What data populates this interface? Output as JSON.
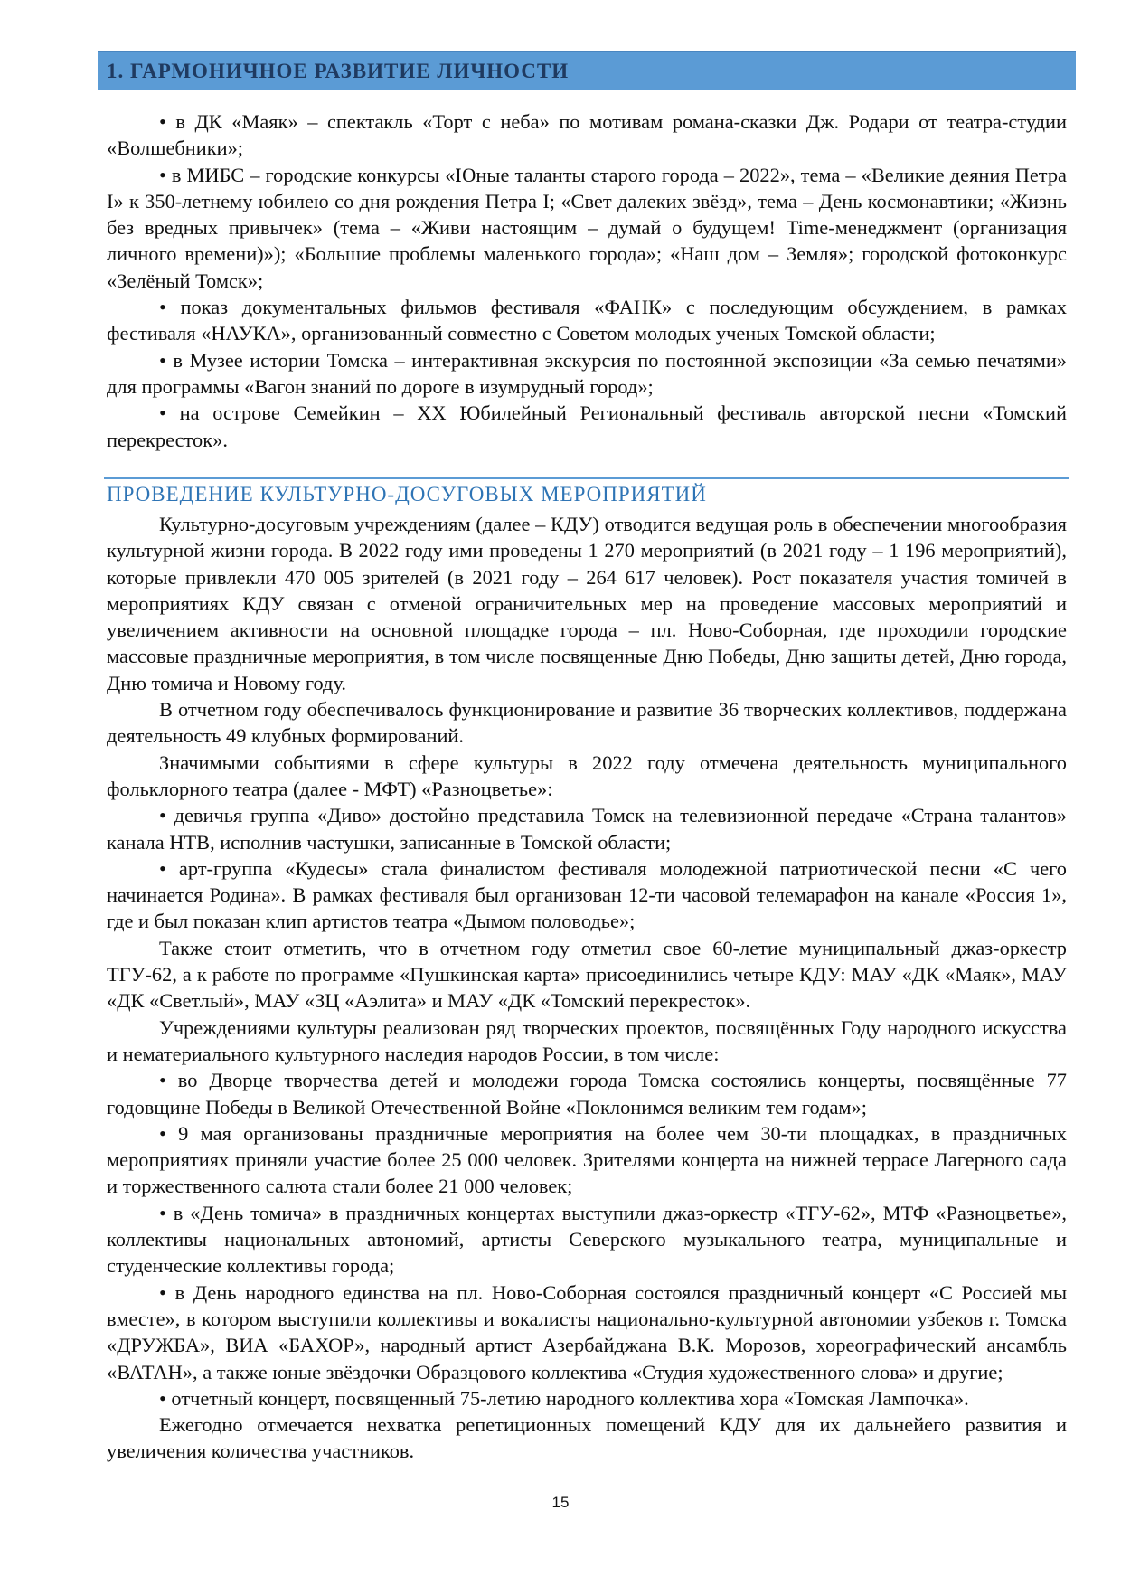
{
  "banner": {
    "title": "1. ГАРМОНИЧНОЕ РАЗВИТИЕ ЛИЧНОСТИ"
  },
  "list1": [
    "• в ДК «Маяк» – спектакль «Торт с неба» по мотивам романа-сказки Дж. Родари от театра-студии «Волшебники»;",
    "• в МИБС – городские конкурсы «Юные таланты старого города – 2022», тема – «Великие деяния Петра I» к 350-летнему юбилею со дня рождения Петра I; «Свет далеких звёзд», тема – День космонавтики; «Жизнь без вредных привычек» (тема – «Живи настоящим – думай о будущем! Time-менеджмент (организация личного времени)»); «Большие проблемы маленького города»; «Наш дом – Земля»; городской фотоконкурс «Зелёный Томск»;",
    "• показ документальных фильмов фестиваля «ФАНК» с последующим обсуждением, в рамках фестиваля «НАУКА», организованный совместно с Советом молодых ученых Томской области;",
    "• в Музее истории Томска – интерактивная экскурсия по постоянной экспозиции «За семью печатями» для программы «Вагон знаний по дороге в изумрудный город»;",
    "• на острове Семейкин – XX Юбилейный Региональный фестиваль авторской песни «Томский перекресток»."
  ],
  "section": {
    "title": "ПРОВЕДЕНИЕ КУЛЬТУРНО-ДОСУГОВЫХ МЕРОПРИЯТИЙ"
  },
  "paragraphs": [
    "Культурно-досуговым учреждениям (далее – КДУ) отводится ведущая роль в обеспечении многообразия культурной жизни города. В 2022 году ими проведены 1 270 мероприятий (в 2021 году – 1 196 мероприятий), которые привлекли 470 005 зрителей (в 2021 году – 264 617 человек). Рост показателя участия томичей в мероприятиях КДУ связан с отменой ограничительных мер на проведение массовых мероприятий и увеличением активности на основной площадке города – пл. Ново-Соборная, где проходили городские массовые праздничные мероприятия, в том числе посвященные Дню Победы, Дню защиты детей, Дню города, Дню томича и Новому году.",
    "В отчетном году обеспечивалось функционирование и развитие 36 творческих коллективов, поддержана деятельность 49 клубных формирований.",
    "Значимыми событиями в сфере культуры в 2022 году отмечена деятельность муниципального фольклорного театра (далее - МФТ) «Разноцветье»:",
    "• девичья группа «Диво» достойно представила Томск на телевизионной передаче «Страна талантов» канала НТВ, исполнив частушки, записанные в Томской области;",
    "• арт-группа «Кудесы» стала финалистом фестиваля молодежной патриотической песни «С чего начинается Родина». В рамках фестиваля был организован 12-ти часовой телемарафон на канале «Россия 1», где и был показан клип артистов театра «Дымом половодье»;",
    "Также стоит отметить, что в отчетном году отметил свое 60-летие муниципальный джаз-оркестр ТГУ-62, а к работе по программе «Пушкинская карта» присоединились четыре КДУ: МАУ «ДК «Маяк», МАУ «ДК «Светлый», МАУ «ЗЦ «Аэлита» и МАУ «ДК «Томский перекресток».",
    "Учреждениями культуры реализован ряд творческих проектов, посвящённых Году народного искусства и нематериального культурного наследия народов России, в том числе:",
    "• во Дворце творчества детей и молодежи города Томска состоялись концерты, посвящённые 77 годовщине Победы в Великой Отечественной Войне «Поклонимся великим тем годам»;",
    "• 9 мая организованы праздничные мероприятия на более чем 30-ти площадках, в праздничных мероприятиях приняли участие более 25 000 человек. Зрителями концерта на нижней террасе Лагерного сада и торжественного салюта стали более 21 000 человек;",
    "• в «День томича» в праздничных концертах выступили джаз-оркестр «ТГУ-62», МТФ «Разноцветье», коллективы национальных автономий, артисты Северского музыкального театра, муниципальные и студенческие коллективы города;",
    "• в День народного единства на пл. Ново-Соборная состоялся праздничный концерт «С Россией мы вместе», в котором выступили коллективы и вокалисты национально-культурной автономии узбеков г. Томска «ДРУЖБА», ВИА «БАХОР», народный артист Азербайджана В.К. Морозов, хореографический ансамбль «ВАТАН», а также юные звёздочки Образцового коллектива «Студия художественного слова» и другие;",
    "• отчетный концерт, посвященный 75-летию народного коллектива хора «Томская Лампочка».",
    "Ежегодно отмечается нехватка репетиционных помещений КДУ для их дальнейего развития и увеличения количества участников."
  ],
  "footer": {
    "page_number": "15"
  },
  "colors": {
    "banner": "#5b9bd5",
    "banner_text": "#1f3a60",
    "section_heading": "#2e74b5"
  }
}
